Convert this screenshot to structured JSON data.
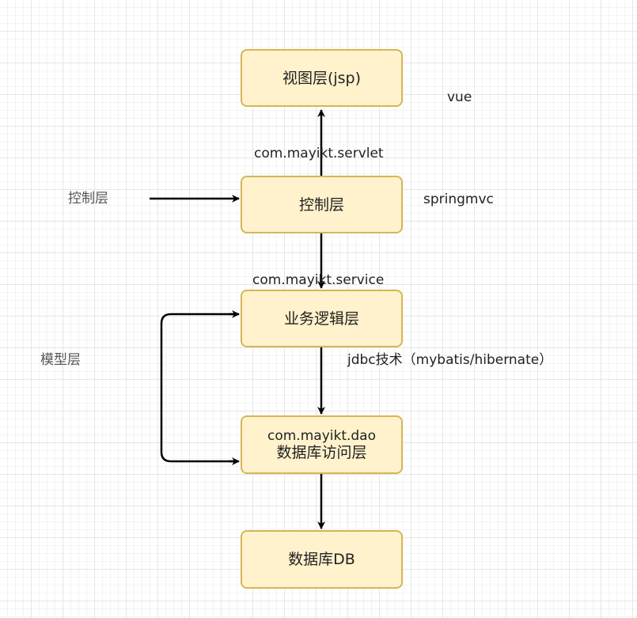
{
  "nodes": {
    "view": "视图层(jsp)",
    "controller": "控制层",
    "business": "业务逻辑层",
    "dao_package": "com.mayikt.dao",
    "dao": "数据库访问层",
    "db": "数据库DB"
  },
  "edge_labels": {
    "servlet_package": "com.mayikt.servlet",
    "service_package": "com.mayikt.service",
    "jdbc": "jdbc技术（mybatis/hibernate）"
  },
  "side_labels": {
    "vue": "vue",
    "springmvc": "springmvc",
    "controller_layer": "控制层",
    "model_layer": "模型层"
  },
  "colors": {
    "node_fill": "#fff2cc",
    "node_border": "#d6b656",
    "edge": "#000000"
  }
}
